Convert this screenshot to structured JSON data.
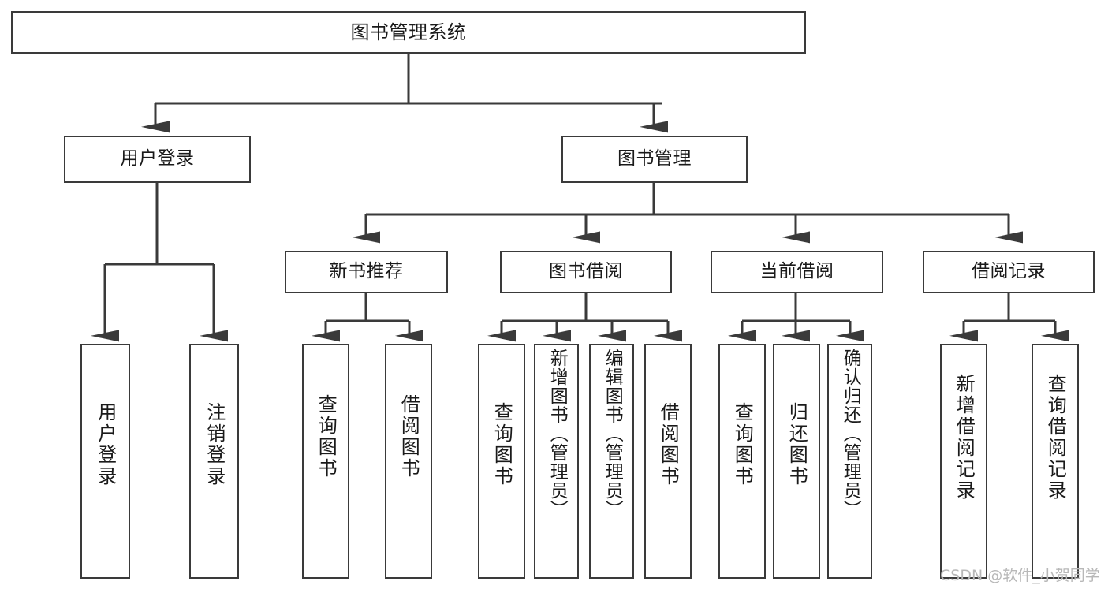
{
  "diagram": {
    "title": "图书管理系统",
    "type": "hierarchy-tree",
    "root": {
      "label": "图书管理系统"
    },
    "level2": [
      {
        "label": "用户登录"
      },
      {
        "label": "图书管理"
      }
    ],
    "level3": [
      {
        "label": "新书推荐"
      },
      {
        "label": "图书借阅"
      },
      {
        "label": "当前借阅"
      },
      {
        "label": "借阅记录"
      }
    ],
    "leaves": {
      "user_login": [
        {
          "label": "用户登录"
        },
        {
          "label": "注销登录"
        }
      ],
      "new_book_recommend": [
        {
          "label": "查询图书"
        },
        {
          "label": "借阅图书"
        }
      ],
      "book_borrow": [
        {
          "label": "查询图书"
        },
        {
          "label": "新增图书（管理员）"
        },
        {
          "label": "编辑图书（管理员）"
        },
        {
          "label": "借阅图书"
        }
      ],
      "current_borrow": [
        {
          "label": "查询图书"
        },
        {
          "label": "归还图书"
        },
        {
          "label": "确认归还（管理员）"
        }
      ],
      "borrow_record": [
        {
          "label": "新增借阅记录"
        },
        {
          "label": "查询借阅记录"
        }
      ]
    }
  },
  "watermark": {
    "text": "CSDN @软件_小贺同学"
  },
  "colors": {
    "stroke": "#3a3a3a",
    "box_fill": "#ffffff",
    "text": "#1a1a1a",
    "watermark": "#b8b8b8",
    "page_bg": "#ffffff"
  }
}
